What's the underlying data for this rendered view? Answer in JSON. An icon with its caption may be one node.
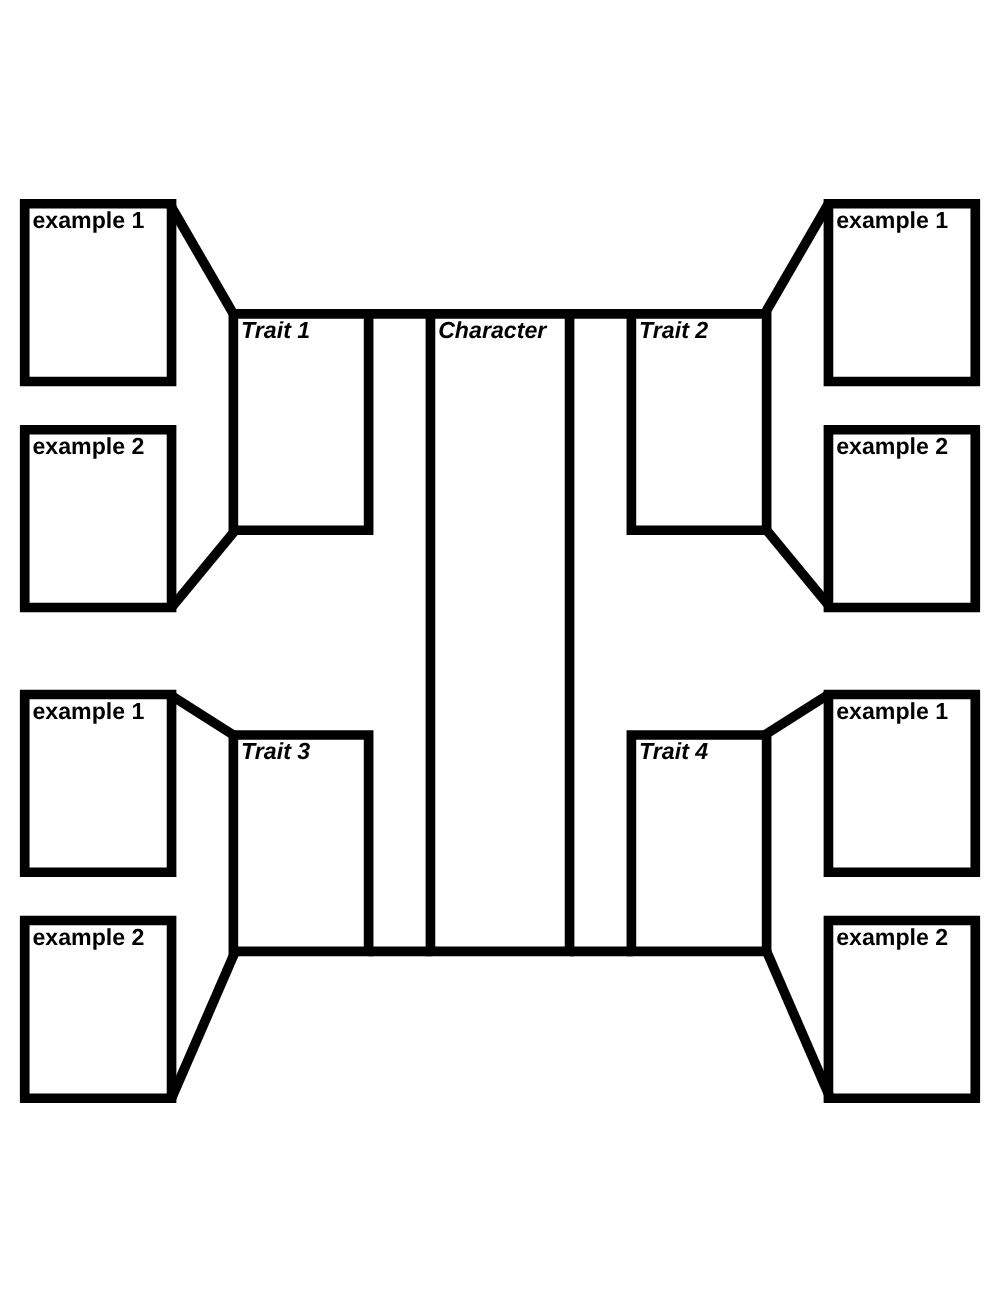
{
  "diagram": {
    "nodes": [
      {
        "text": [
          "example 1"
        ]
      },
      {
        "text": [
          "example 1"
        ]
      },
      {
        "text": [
          "Trait 1"
        ]
      },
      {
        "text": [
          "Trait 2"
        ]
      },
      {
        "text": [
          "example 2"
        ]
      },
      {
        "text": [
          "Character"
        ]
      },
      {
        "text": [
          "example 2"
        ]
      },
      {
        "text": [
          "example 1"
        ]
      },
      {
        "text": [
          "example 1"
        ]
      },
      {
        "text": [
          "Trait 3"
        ]
      },
      {
        "text": [
          "Trait 4"
        ]
      },
      {
        "text": [
          "example 2"
        ]
      },
      {
        "text": [
          "example 2"
        ]
      }
    ],
    "edges": [
      {
        "from": 0,
        "to": 2,
        "arrow": "none"
      },
      {
        "from": 4,
        "to": 2,
        "arrow": "none"
      },
      {
        "from": 2,
        "to": 5,
        "arrow": "none"
      },
      {
        "from": 5,
        "to": 3,
        "arrow": "none"
      },
      {
        "from": 3,
        "to": 1,
        "arrow": "none"
      },
      {
        "from": 3,
        "to": 6,
        "arrow": "none"
      },
      {
        "from": 7,
        "to": 9,
        "arrow": "none"
      },
      {
        "from": 11,
        "to": 9,
        "arrow": "none"
      },
      {
        "from": 9,
        "to": 5,
        "arrow": "none"
      },
      {
        "from": 5,
        "to": 10,
        "arrow": "none"
      },
      {
        "from": 10,
        "to": 8,
        "arrow": "none"
      },
      {
        "from": 10,
        "to": 12,
        "arrow": "none"
      }
    ]
  }
}
